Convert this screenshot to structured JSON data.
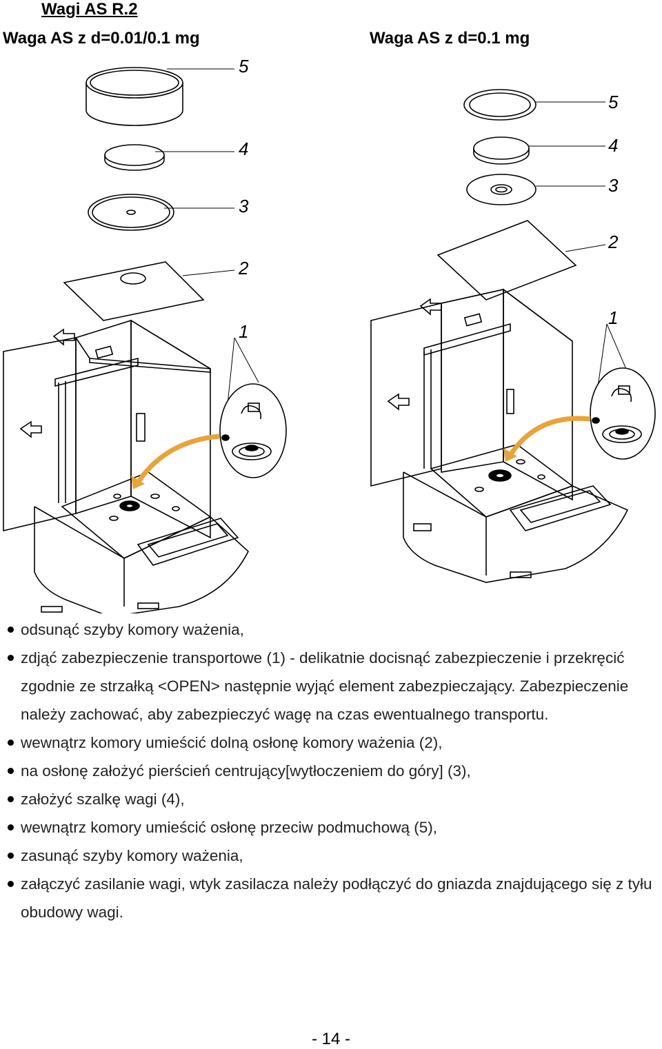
{
  "header": {
    "title": "Wagi AS R.2",
    "left_caption": "Waga AS z d=0.01/0.1 mg",
    "right_caption": "Waga AS z d=0.1 mg"
  },
  "figure_left": {
    "callouts": [
      "5",
      "4",
      "3",
      "2",
      "1"
    ]
  },
  "figure_right": {
    "callouts": [
      "5",
      "4",
      "3",
      "2",
      "1"
    ]
  },
  "steps": [
    "odsunąć szyby komory ważenia,",
    "zdjąć zabezpieczenie transportowe (1) - delikatnie docisnąć zabezpieczenie i przekręcić zgodnie ze strzałką <OPEN> następnie wyjąć element zabezpieczający. Zabezpieczenie należy zachować, aby zabezpieczyć wagę na czas ewentualnego transportu.",
    "wewnątrz komory umieścić dolną osłonę komory ważenia (2),",
    "na osłonę założyć pierścień centrujący[wytłoczeniem do góry] (3),",
    "założyć szalkę wagi (4),",
    "wewnątrz komory umieścić osłonę przeciw podmuchową (5),",
    "zasunąć szyby komory ważenia,",
    "załączyć zasilanie wagi, wtyk zasilacza należy podłączyć do gniazda znajdującego się z tyłu obudowy wagi."
  ],
  "footer": {
    "page_number": "- 14 -"
  },
  "colors": {
    "arrow": "#e8a33a",
    "line": "#000000"
  }
}
